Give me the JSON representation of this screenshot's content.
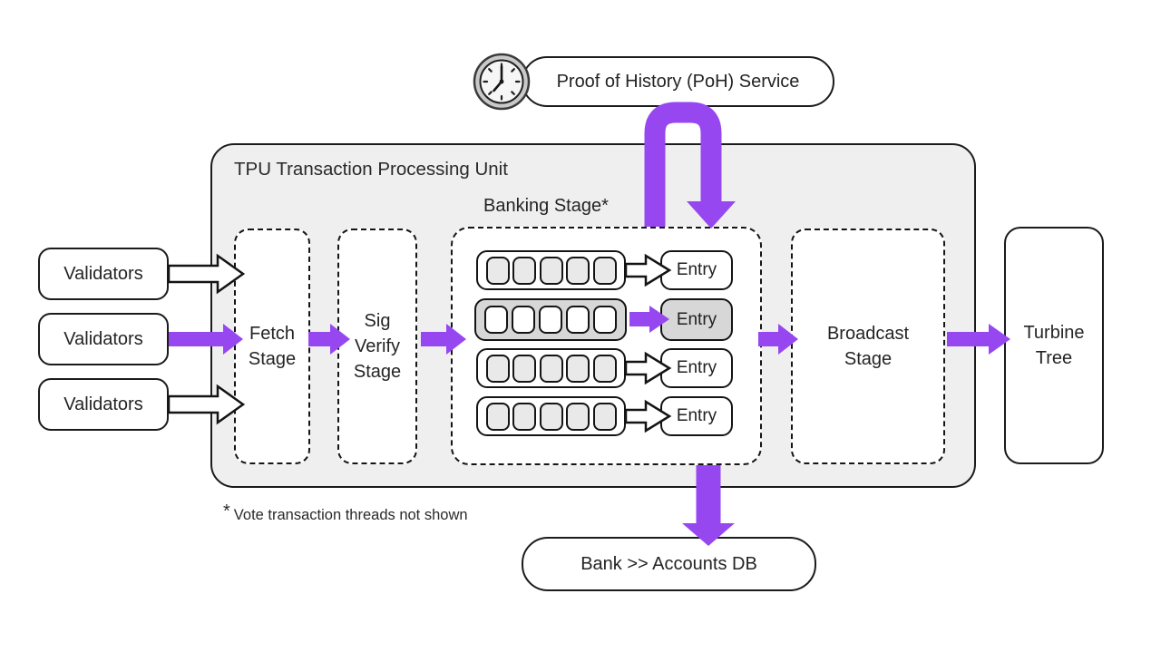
{
  "colors": {
    "accent_purple": "#9747f0",
    "tpu_background": "#efefef",
    "highlight_gray": "#d7d7d7",
    "queue_slot_gray": "#e9e9e9"
  },
  "poh_service": {
    "label": "Proof of History (PoH) Service",
    "icon": "clock-icon"
  },
  "tpu": {
    "title": "TPU Transaction Processing Unit",
    "stages": {
      "fetch": {
        "label": "Fetch Stage"
      },
      "sig_verify": {
        "label": "Sig Verify Stage"
      },
      "banking": {
        "label": "Banking Stage*",
        "rows": [
          {
            "entry_label": "Entry",
            "highlighted": false,
            "queue_slots": 5
          },
          {
            "entry_label": "Entry",
            "highlighted": true,
            "queue_slots": 5
          },
          {
            "entry_label": "Entry",
            "highlighted": false,
            "queue_slots": 5
          },
          {
            "entry_label": "Entry",
            "highlighted": false,
            "queue_slots": 5
          }
        ]
      },
      "broadcast": {
        "label": "Broadcast Stage"
      }
    }
  },
  "validators": [
    {
      "label": "Validators"
    },
    {
      "label": "Validators"
    },
    {
      "label": "Validators"
    }
  ],
  "turbine_tree": {
    "label": "Turbine Tree"
  },
  "bank_db": {
    "label": "Bank >> Accounts DB"
  },
  "footnote": {
    "marker": "*",
    "text": "Vote transaction threads not shown"
  }
}
